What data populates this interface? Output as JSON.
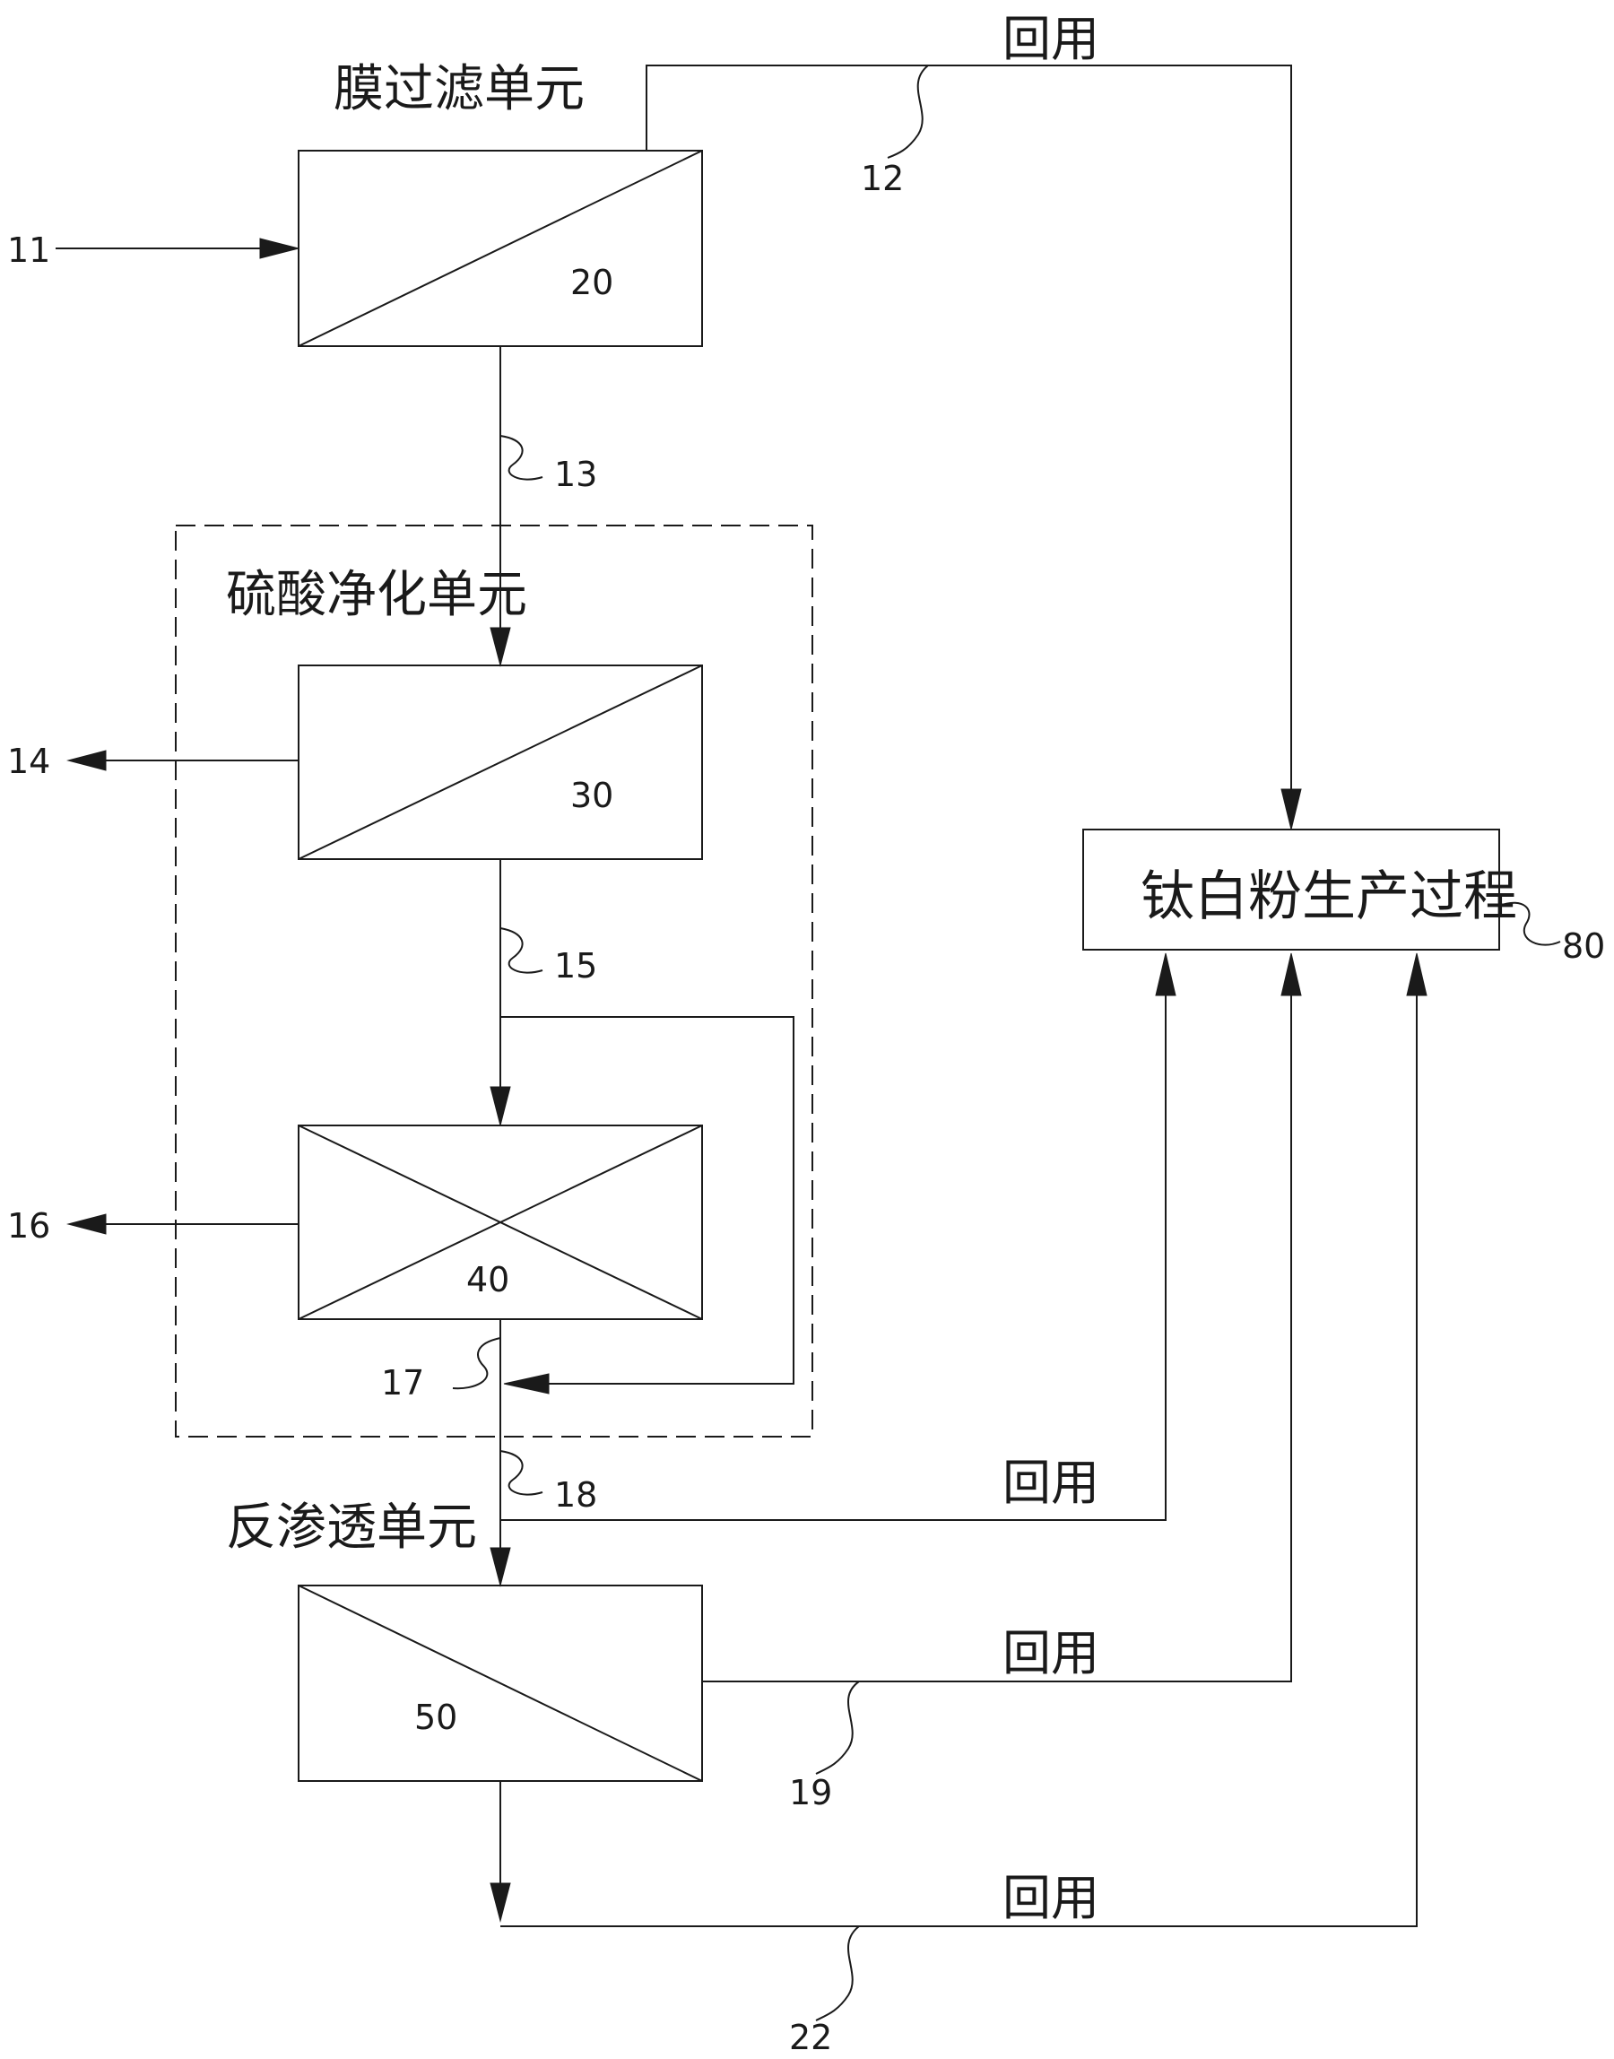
{
  "units": {
    "membrane_filtration": {
      "title": "膜过滤单元",
      "id": "20"
    },
    "sulfuric_purification": {
      "title": "硫酸净化单元",
      "stage1_id": "30",
      "stage2_id": "40"
    },
    "reverse_osmosis": {
      "title": "反渗透单元",
      "id": "50"
    },
    "titanium_process": {
      "title": "钛白粉生产过程",
      "id": "80"
    }
  },
  "streams": {
    "s11": "11",
    "s12": "12",
    "s13": "13",
    "s14": "14",
    "s15": "15",
    "s16": "16",
    "s17": "17",
    "s18": "18",
    "s19": "19",
    "s22": "22"
  },
  "reuse_label": "回用"
}
